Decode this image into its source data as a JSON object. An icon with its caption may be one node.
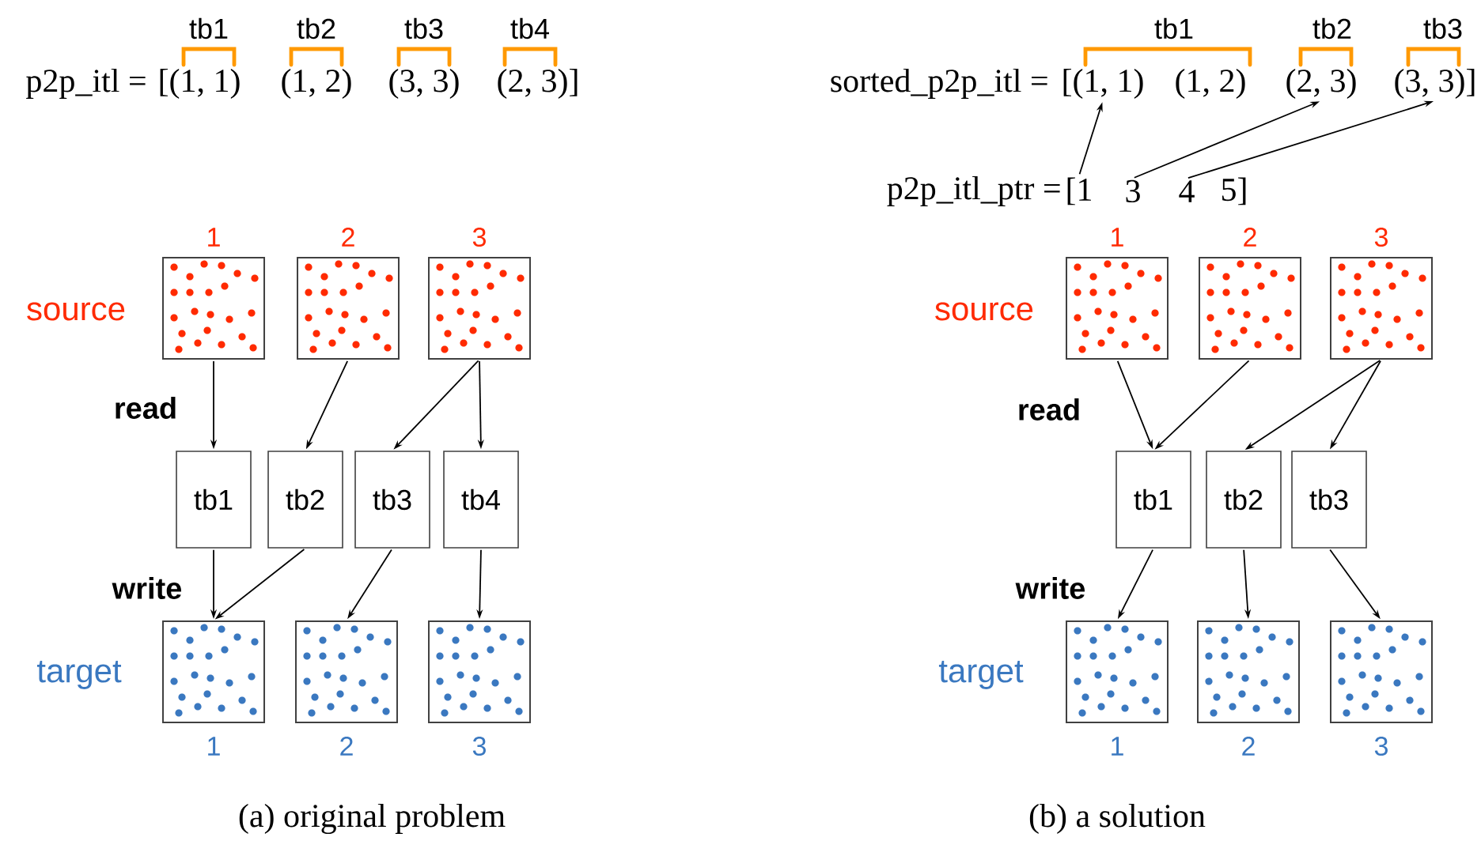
{
  "diagram": {
    "nodes": [
      {
        "text": [],
        "shape": "box",
        "beside": [
          "1"
        ]
      },
      {
        "text": [],
        "shape": "box",
        "beside": [
          "2"
        ]
      },
      {
        "text": [],
        "shape": "box",
        "beside": [
          "3"
        ]
      },
      {
        "text": [
          "tb1"
        ]
      },
      {
        "text": [
          "tb2"
        ]
      },
      {
        "text": [
          "tb3"
        ]
      },
      {
        "text": [
          "tb4"
        ]
      },
      {
        "text": [],
        "shape": "box",
        "beside": [
          "1"
        ]
      },
      {
        "text": [],
        "shape": "box",
        "beside": [
          "2"
        ]
      },
      {
        "text": [],
        "shape": "box",
        "beside": [
          "3"
        ]
      },
      {
        "text": [],
        "shape": "box",
        "beside": [
          "1"
        ]
      },
      {
        "text": [],
        "shape": "box",
        "beside": [
          "2"
        ]
      },
      {
        "text": [],
        "shape": "box",
        "beside": [
          "3"
        ]
      },
      {
        "text": [
          "tb1"
        ]
      },
      {
        "text": [
          "tb2"
        ]
      },
      {
        "text": [
          "tb3"
        ]
      },
      {
        "text": [],
        "shape": "box",
        "beside": [
          "1"
        ]
      },
      {
        "text": [],
        "shape": "box",
        "beside": [
          "2"
        ]
      },
      {
        "text": [],
        "shape": "box",
        "beside": [
          "3"
        ]
      },
      {
        "text": [
          "[(1, 1)"
        ]
      },
      {
        "text": [
          "(1, 2)"
        ]
      },
      {
        "text": [
          "(2, 3)"
        ]
      },
      {
        "text": [
          "(3, 3)]"
        ]
      },
      {
        "text": [
          "[1"
        ]
      },
      {
        "text": [
          "3"
        ]
      },
      {
        "text": [
          "4"
        ]
      },
      {
        "text": [
          "5]"
        ]
      }
    ],
    "edges": [
      {
        "from": 0,
        "to": 3,
        "arrow": "to"
      },
      {
        "from": 1,
        "to": 4,
        "arrow": "to"
      },
      {
        "from": 2,
        "to": 5,
        "arrow": "to"
      },
      {
        "from": 2,
        "to": 6,
        "arrow": "to"
      },
      {
        "from": 3,
        "to": 7,
        "arrow": "to"
      },
      {
        "from": 4,
        "to": 7,
        "arrow": "to"
      },
      {
        "from": 5,
        "to": 8,
        "arrow": "to"
      },
      {
        "from": 6,
        "to": 9,
        "arrow": "to"
      },
      {
        "from": 10,
        "to": 13,
        "arrow": "to"
      },
      {
        "from": 11,
        "to": 13,
        "arrow": "to"
      },
      {
        "from": 12,
        "to": 14,
        "arrow": "to"
      },
      {
        "from": 12,
        "to": 15,
        "arrow": "to"
      },
      {
        "from": 13,
        "to": 16,
        "arrow": "to"
      },
      {
        "from": 14,
        "to": 17,
        "arrow": "to"
      },
      {
        "from": 15,
        "to": 18,
        "arrow": "to"
      },
      {
        "from": 23,
        "to": 19,
        "arrow": "to"
      },
      {
        "from": 24,
        "to": 21,
        "arrow": "to"
      },
      {
        "from": 25,
        "to": 22,
        "arrow": "to"
      }
    ],
    "labels": [
      "tb1",
      "tb2",
      "tb3",
      "tb4",
      "tb1",
      "tb2",
      "tb3",
      "p2p_itl =",
      "[(1, 1)",
      "(1, 2)",
      "(3, 3)",
      "(2, 3)]",
      "sorted_p2p_itl =",
      "p2p_itl_ptr =",
      "source",
      "read",
      "write",
      "target",
      "source",
      "read",
      "write",
      "target",
      "(a) original problem",
      "(b) a solution"
    ]
  }
}
